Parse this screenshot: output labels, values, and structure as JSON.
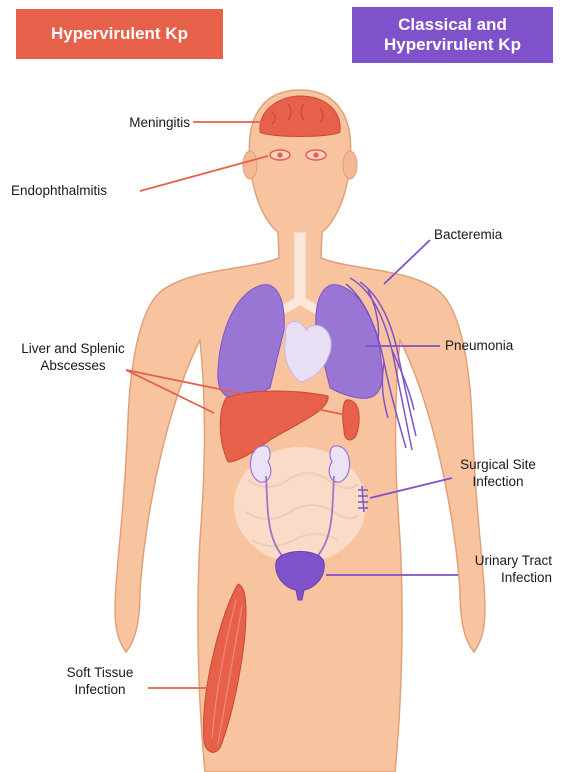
{
  "headers": {
    "hypervirulent": "Hypervirulent Kp",
    "classical_line1": "Classical and",
    "classical_line2": "Hypervirulent Kp"
  },
  "labels": {
    "meningitis": "Meningitis",
    "endophthalmitis": "Endophthalmitis",
    "bacteremia": "Bacteremia",
    "pneumonia": "Pneumonia",
    "liver_line1": "Liver and Splenic",
    "liver_line2": "Abscesses",
    "surgical_line1": "Surgical Site",
    "surgical_line2": "Infection",
    "urinary_line1": "Urinary Tract",
    "urinary_line2": "Infection",
    "soft_line1": "Soft Tissue",
    "soft_line2": "Infection"
  },
  "colors": {
    "hypervirulent": "#e6604a",
    "classical_and_hypervirulent": "#7f52cc",
    "skin": "#f8c4a0",
    "skin_outline": "#e0a17a"
  }
}
